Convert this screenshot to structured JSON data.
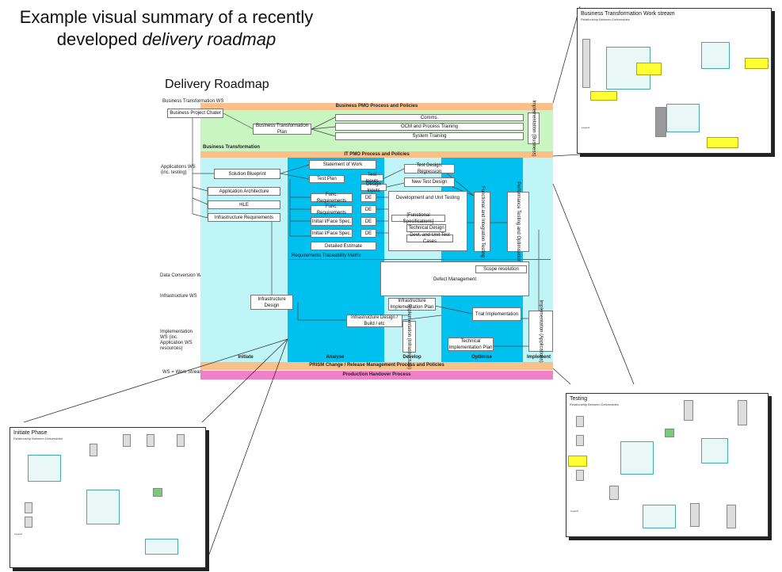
{
  "heading": {
    "line1": "Example visual summary of a recently",
    "line2": "developed",
    "line2_italic": "delivery roadmap"
  },
  "roadmap": {
    "title": "Delivery Roadmap",
    "lanes": {
      "business": "Business Transformation WS",
      "applications": "Applications WS (inc. testing)",
      "data": "Data Conversion WS",
      "infra": "Infrastructure WS",
      "impl": "Implementation WS (inc. Application WS resources)",
      "legend": "WS = Work Stream"
    },
    "bands": {
      "business_pmo": "Business PMO Process and Policies",
      "it_pmo": "IT PMO Process and Policies",
      "prism": "PRISM Change / Release Management Process and Policies",
      "handover": "Production Handover Process"
    },
    "business_label": "Business Transformation",
    "phases": [
      "Initiate",
      "Analyse",
      "Develop",
      "Optimise",
      "Implement"
    ],
    "boxes": {
      "project_charter": "Business Project Chater",
      "bt_plan": "Business Transformation Plan",
      "comms": "Comms.",
      "ocm": "OCM and Process Training",
      "sys_training": "System Training",
      "impl_business": "Implementation (Business)",
      "solution_blueprint": "Solution Blueprint",
      "app_arch": "Application Architecture",
      "hle": "HLE",
      "infra_req": "Infrastructure Requirements",
      "sow": "Statement of Work",
      "test_plan": "Test Plan",
      "test_inputs": "Test Inputs",
      "design_inputs": "Design Inputs",
      "func_req1": "Func. Requirements",
      "func_req2": "Func. Requirements",
      "iface1": "Initial I/Face Spec.",
      "iface2": "Initial I/Face Spec.",
      "de": "DE",
      "detailed_estimate": "Detailed Estimate",
      "test_regression": "Test Design: Regression",
      "new_test_design": "New Test Design",
      "dev_unit": "Development and Unit Testing",
      "func_spec": "[Functional Specifications]",
      "tech_design": "Technical Design",
      "devt_cases": "Devt. and Unit Test Cases",
      "func_integration": "Functional and Integration Testing",
      "perf_testing": "Performance Testing and Optimisation",
      "rtm": "Requirements Traceability Matrix",
      "scope": "Scope resolution",
      "defect": "Defect Management",
      "infra_design": "Infrastructure Design",
      "infra_impl_plan": "Infrastructure Implementation Plan",
      "infra_build": "Infrastructure Design / Build / etc",
      "impl_infra": "Implementation (Infrastructure)",
      "trial_impl": "Trial Implementation",
      "tech_impl_plan": "Technical Implementation Plan",
      "impl_apps": "Implementation (Applications)"
    }
  },
  "panels": {
    "bt": {
      "title": "Business Transformation Work stream",
      "subtitle": "Relationship Between Deliverables"
    },
    "initiate": {
      "title": "Initiate Phase",
      "subtitle": "Relationship Between Deliverables"
    },
    "testing": {
      "title": "Testing",
      "subtitle": "Relationship Between Deliverables"
    },
    "legend_label": "Legend"
  },
  "colors": {
    "business_green": "#c8f5c0",
    "orange_band": "#fbc08a",
    "light_cyan": "#bff5f7",
    "bright_cyan": "#00c0f0",
    "pink_band": "#f080c8"
  }
}
